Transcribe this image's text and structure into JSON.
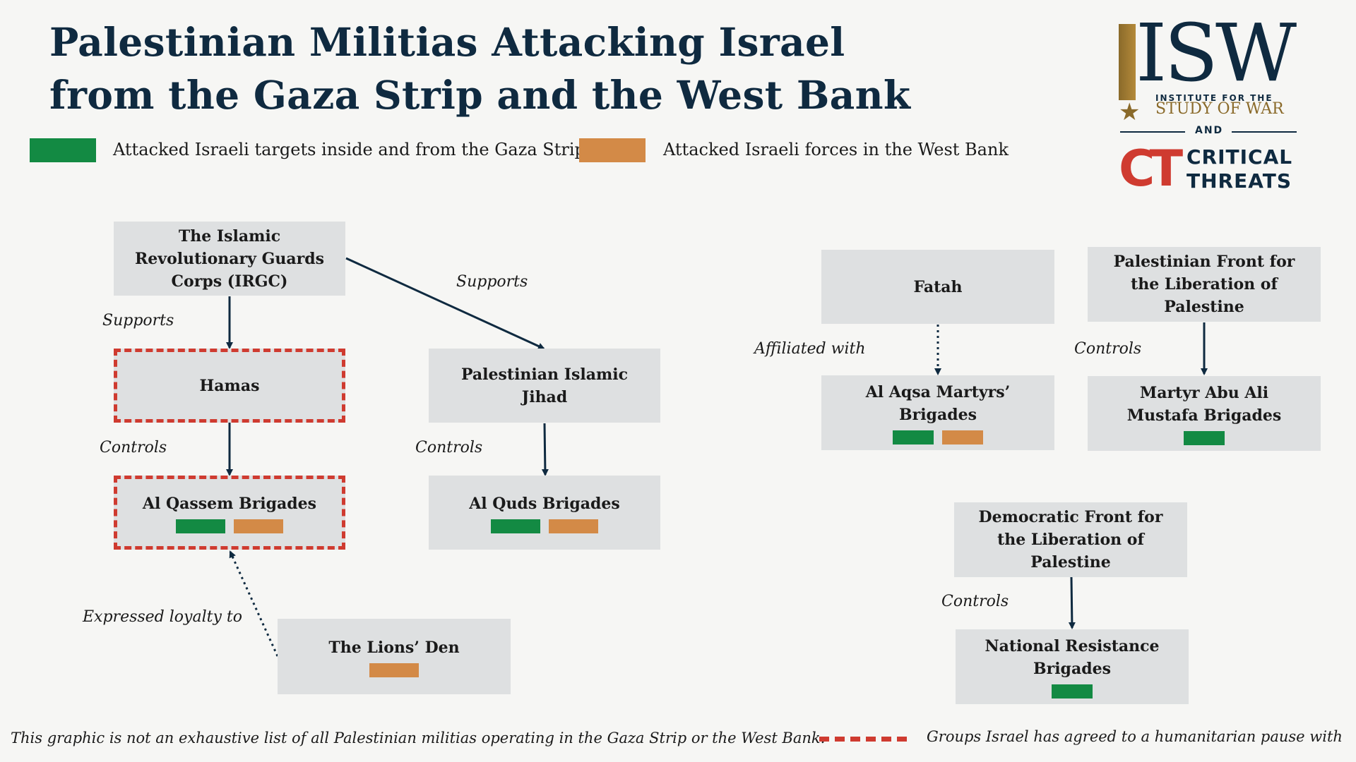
{
  "title": {
    "line1": "Palestinian Militias Attacking Israel",
    "line2": "from the Gaza Strip and the West Bank"
  },
  "legend": {
    "gaza": {
      "label": "Attacked Israeli targets inside and from the Gaza Strip",
      "color": "#138a43"
    },
    "westbank": {
      "label": "Attacked Israeli forces in the West Bank",
      "color": "#d38a47"
    },
    "pause": {
      "label": "Groups Israel has agreed to a humanitarian pause with",
      "color": "#cf3b30"
    }
  },
  "logo": {
    "isw": "ISW",
    "isw_line1": "INSTITUTE FOR THE",
    "isw_line2": "STUDY OF WAR",
    "and": "AND",
    "ct_mark": "CT",
    "ct_line1": "CRITICAL",
    "ct_line2": "THREATS"
  },
  "nodes": {
    "irgc": {
      "label": "The Islamic Revolutionary Guards Corps (IRGC)"
    },
    "hamas": {
      "label": "Hamas",
      "pause": true
    },
    "qassem": {
      "label": "Al Qassem Brigades",
      "pause": true,
      "attacks": [
        "gaza",
        "westbank"
      ]
    },
    "pij": {
      "label": "Palestinian Islamic Jihad"
    },
    "quds": {
      "label": "Al Quds Brigades",
      "attacks": [
        "gaza",
        "westbank"
      ]
    },
    "lions": {
      "label": "The Lions’ Den",
      "attacks": [
        "westbank"
      ]
    },
    "fatah": {
      "label": "Fatah"
    },
    "aqsa": {
      "label": "Al Aqsa Martyrs’ Brigades",
      "attacks": [
        "gaza",
        "westbank"
      ]
    },
    "pflp": {
      "label": "Palestinian Front for the Liberation of Palestine"
    },
    "abuali": {
      "label": "Martyr Abu Ali Mustafa Brigades",
      "attacks": [
        "gaza"
      ]
    },
    "dflp": {
      "label": "Democratic Front for the Liberation of Palestine"
    },
    "nrb": {
      "label": "National Resistance Brigades",
      "attacks": [
        "gaza"
      ]
    }
  },
  "relations": {
    "irgc_hamas": "Supports",
    "irgc_pij": "Supports",
    "hamas_qassem": "Controls",
    "pij_quds": "Controls",
    "lions_qassem": "Expressed loyalty to",
    "fatah_aqsa": "Affiliated with",
    "pflp_abuali": "Controls",
    "dflp_nrb": "Controls"
  },
  "footnote": "This graphic is not an exhaustive list of all Palestinian militias operating in the Gaza Strip or the West Bank."
}
